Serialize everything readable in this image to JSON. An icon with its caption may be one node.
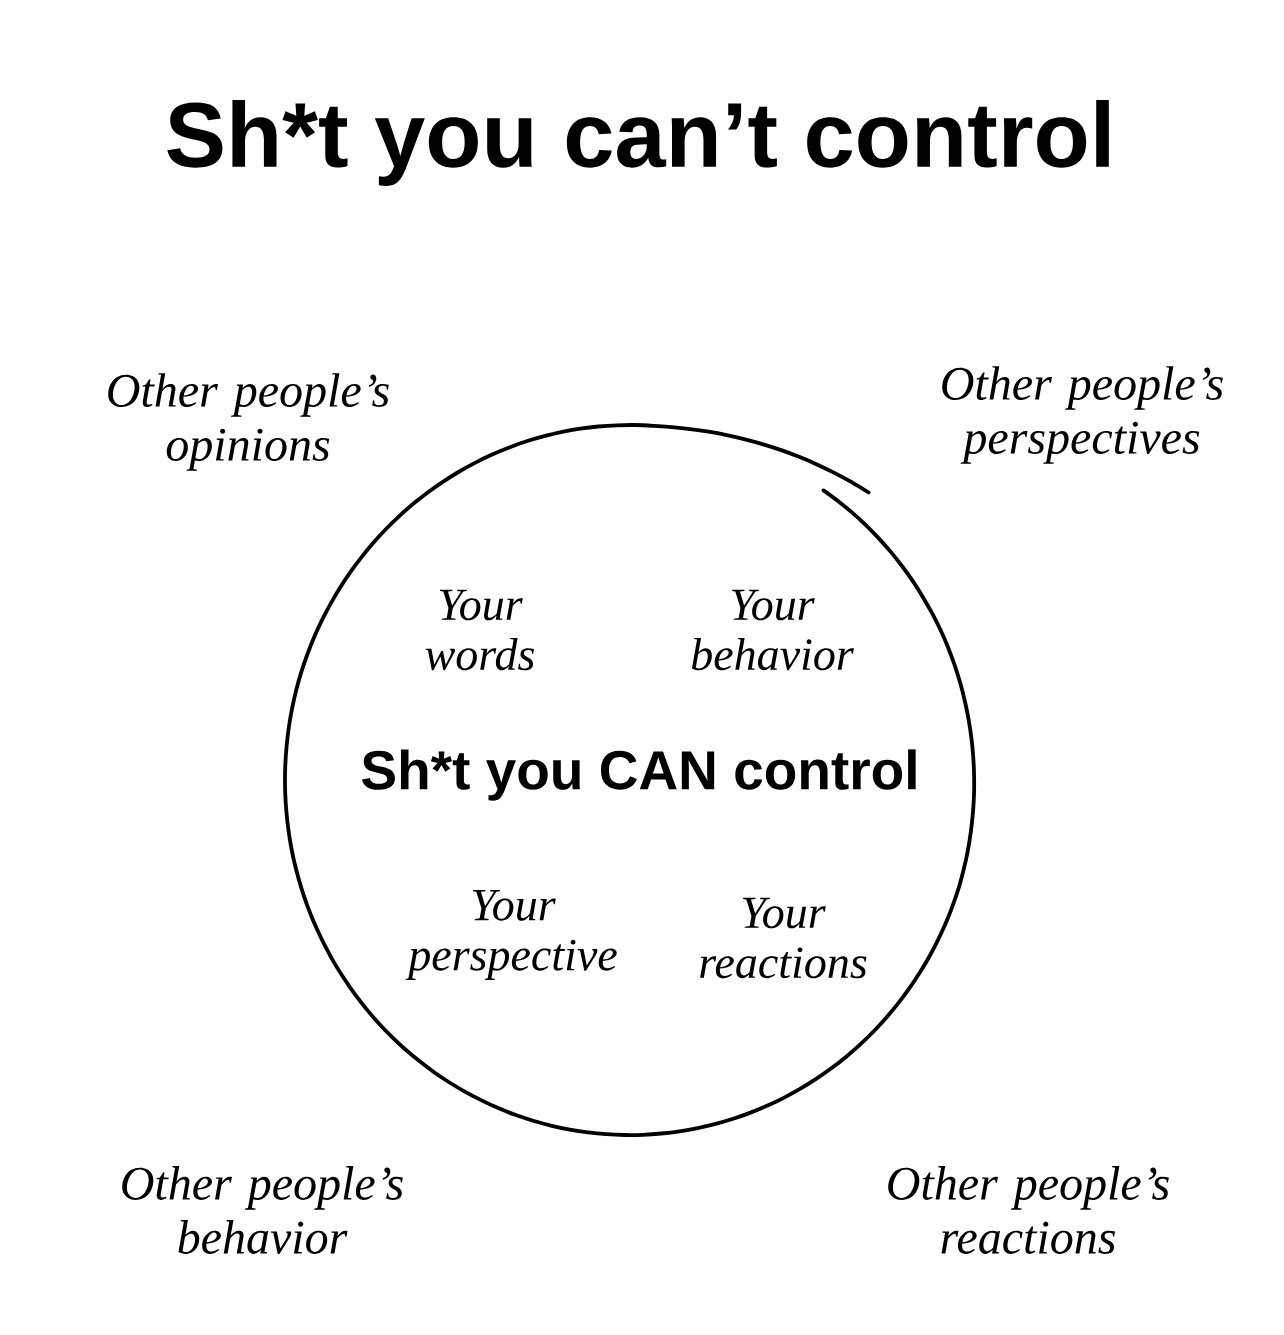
{
  "diagram": {
    "title": "Sh*t you can’t control",
    "nodes": [
      {
        "text": [
          "Your words",
          "Your behavior",
          "Sh*t you CAN control",
          "Your perspective",
          "Your reactions"
        ]
      }
    ],
    "labels": [
      "Other people’s opinions",
      "Other people’s perspectives",
      "Other people’s behavior",
      "Other people’s reactions"
    ]
  }
}
